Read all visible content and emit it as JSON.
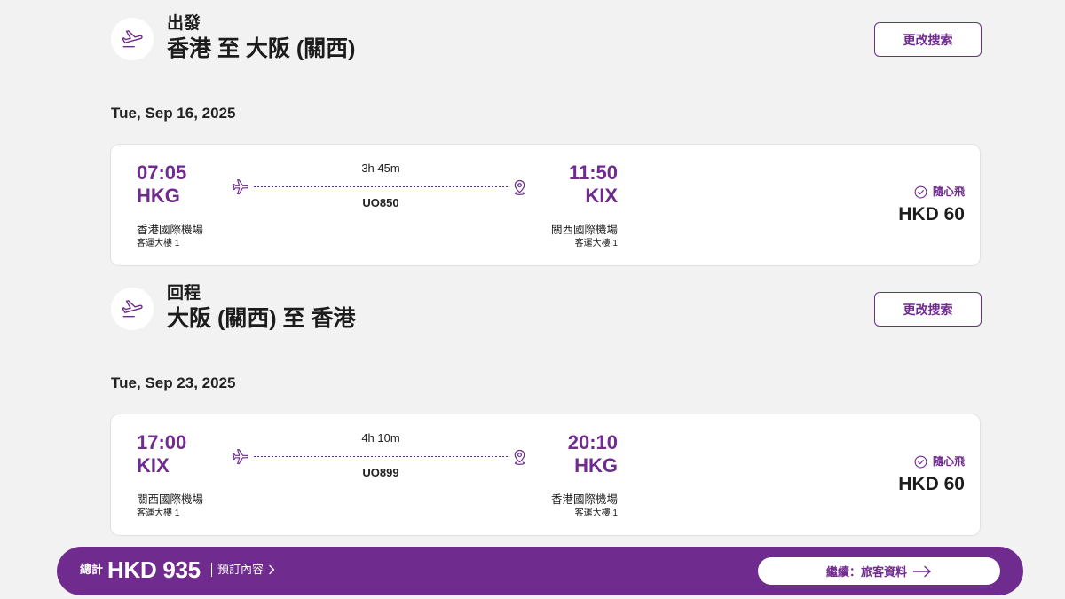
{
  "colors": {
    "accent": "#702b8f",
    "page_background": "#f3f2f3",
    "card_background": "#ffffff",
    "text": "#1c1c1c",
    "card_border": "#e2e0e3"
  },
  "icons": {
    "segment": "plane-takeoff-icon",
    "depart": "plane-icon",
    "arrive": "location-pin-icon",
    "fare": "check-circle-icon",
    "details": "chevron-right-icon",
    "continue": "arrow-right-icon"
  },
  "segments": [
    {
      "direction": "出發",
      "route": "香港 至 大阪 (關西)",
      "change_search": "更改搜索",
      "date": "Tue, Sep 16, 2025",
      "flight": {
        "depart_time": "07:05",
        "depart_code": "HKG",
        "depart_airport": "香港國際機場",
        "depart_terminal": "客運大樓 1",
        "duration": "3h 45m",
        "flight_number": "UO850",
        "arrive_time": "11:50",
        "arrive_code": "KIX",
        "arrive_airport": "關西國際機場",
        "arrive_terminal": "客運大樓 1",
        "fare_name": "隨心飛",
        "price": "HKD 60"
      }
    },
    {
      "direction": "回程",
      "route": "大阪 (關西) 至 香港",
      "change_search": "更改搜索",
      "date": "Tue, Sep 23, 2025",
      "flight": {
        "depart_time": "17:00",
        "depart_code": "KIX",
        "depart_airport": "關西國際機場",
        "depart_terminal": "客運大樓 1",
        "duration": "4h 10m",
        "flight_number": "UO899",
        "arrive_time": "20:10",
        "arrive_code": "HKG",
        "arrive_airport": "香港國際機場",
        "arrive_terminal": "客運大樓 1",
        "fare_name": "隨心飛",
        "price": "HKD 60"
      }
    }
  ],
  "footer": {
    "total_label": "總計",
    "total_amount": "HKD 935",
    "details_label": "預訂內容",
    "continue_label": "繼續：旅客資料"
  }
}
